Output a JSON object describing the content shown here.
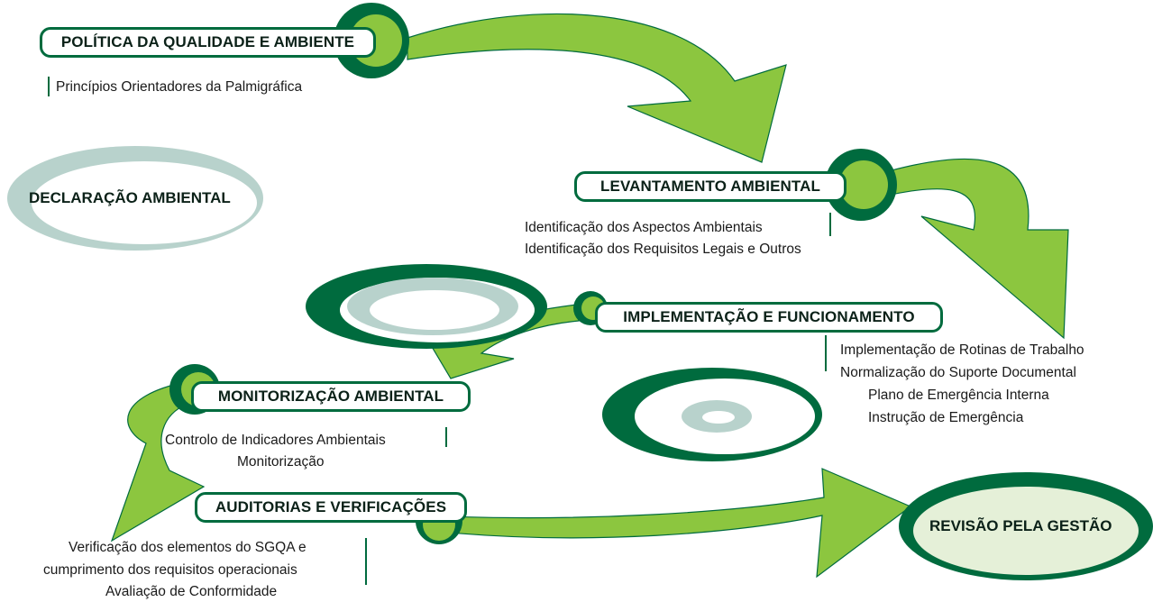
{
  "stages": {
    "politica": {
      "title": "POLÍTICA DA QUALIDADE E AMBIENTE",
      "items": [
        "Princípios Orientadores da Palmigráfica"
      ]
    },
    "levantamento": {
      "title": "LEVANTAMENTO AMBIENTAL",
      "items": [
        "Identificação dos Aspectos Ambientais",
        "Identificação dos Requisitos Legais e Outros"
      ]
    },
    "implementacao": {
      "title": "IMPLEMENTAÇÃO E FUNCIONAMENTO",
      "items": [
        "Implementação de Rotinas de Trabalho",
        "Normalização do Suporte Documental",
        "Plano de Emergência Interna",
        "Instrução de Emergência"
      ]
    },
    "monitorizacao": {
      "title": "MONITORIZAÇÃO AMBIENTAL",
      "items": [
        "Controlo de Indicadores Ambientais",
        "Monitorização"
      ]
    },
    "auditorias": {
      "title": "AUDITORIAS E VERIFICAÇÕES",
      "items": [
        "Verificação dos elementos do SGQA e",
        "cumprimento dos requisitos operacionais",
        "Avaliação de Conformidade"
      ]
    }
  },
  "ovals": {
    "declaracao": "DECLARAÇÃO AMBIENTAL",
    "revisao": "REVISÃO PELA GESTÃO"
  },
  "colors": {
    "dark_green": "#006b3e",
    "light_green": "#8cc63f",
    "pale_green": "#b5d9a8",
    "grey_green": "#b8d2cc",
    "revisao_fill": "#e5f0d8"
  }
}
